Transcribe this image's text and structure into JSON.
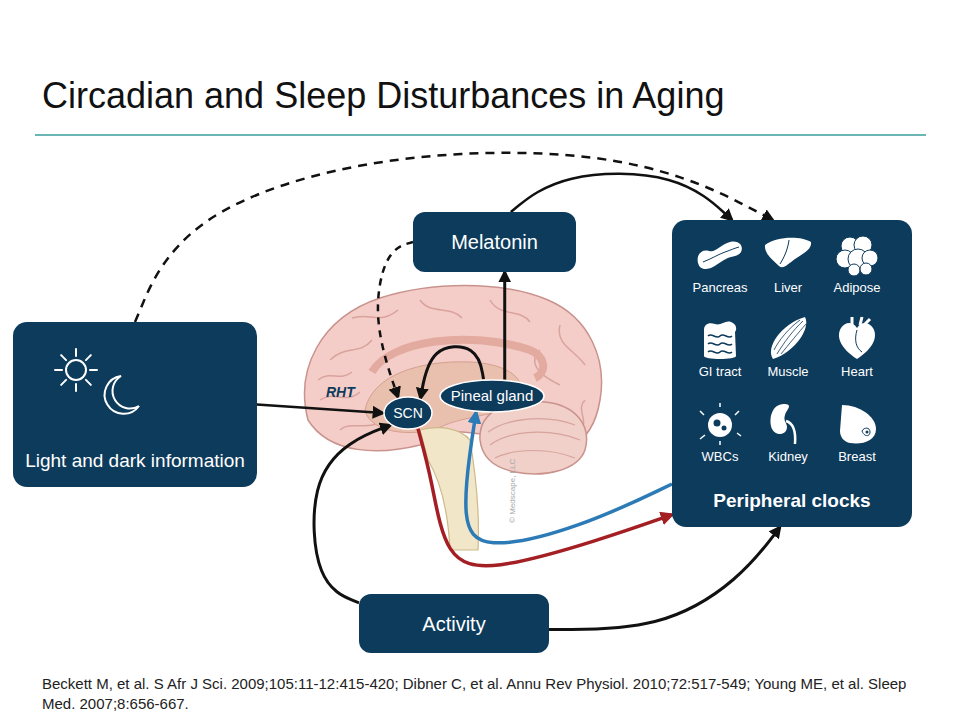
{
  "diagram": {
    "title": "Circadian and Sleep Disturbances in Aging",
    "caption": "Beckett M, et al. S Afr J Sci. 2009;105:11-12:415-420; Dibner C, et al. Annu Rev Physiol. 2010;72:517-549; Young ME, et al. Sleep Med. 2007;8:656-667.",
    "nodes": [
      {
        "text": [
          "Melatonin"
        ]
      },
      {
        "text": [
          "Light and dark information"
        ]
      },
      {
        "text": [
          "Pineal gland"
        ]
      },
      {
        "text": [
          "SCN"
        ]
      },
      {
        "text": [
          "Peripheral clocks"
        ]
      },
      {
        "text": [
          "Pancreas"
        ],
        "in": 4
      },
      {
        "text": [
          "Liver"
        ],
        "in": 4
      },
      {
        "text": [
          "Adipose"
        ],
        "in": 4
      },
      {
        "text": [
          "GI tract"
        ],
        "in": 4
      },
      {
        "text": [
          "Muscle"
        ],
        "in": 4
      },
      {
        "text": [
          "Heart"
        ],
        "in": 4
      },
      {
        "text": [
          "WBCs"
        ],
        "in": 4
      },
      {
        "text": [
          "Kidney"
        ],
        "in": 4
      },
      {
        "text": [
          "Breast"
        ],
        "in": 4
      },
      {
        "text": [
          "Activity"
        ]
      }
    ],
    "edges": [
      {
        "from": 1,
        "to": 3,
        "arrow": "to"
      },
      {
        "from": 1,
        "to": 4,
        "arrow": "to"
      },
      {
        "from": 0,
        "to": 4,
        "arrow": "to"
      },
      {
        "from": 0,
        "to": 3,
        "arrow": "to"
      },
      {
        "from": 2,
        "to": 3,
        "arrow": "to"
      },
      {
        "from": 2,
        "to": 0,
        "arrow": "to"
      },
      {
        "from": 14,
        "to": 3,
        "arrow": "to"
      },
      {
        "from": 14,
        "to": 4,
        "arrow": "to"
      },
      {
        "from": 3,
        "to": 4,
        "arrow": "to"
      },
      {
        "from": 4,
        "to": 2,
        "arrow": "to"
      }
    ],
    "labels": [
      "RHT",
      "© Medscape, LLC"
    ]
  }
}
